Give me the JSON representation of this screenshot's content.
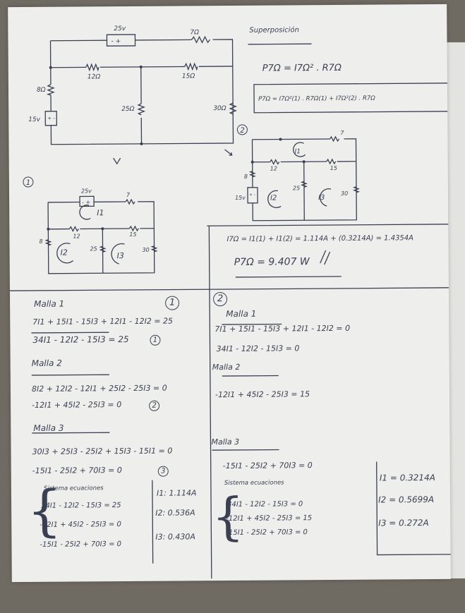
{
  "labels": {
    "superposicion": "Superposición",
    "circ_main": {
      "v25": "25v",
      "r7": "7Ω",
      "r8": "8Ω",
      "r12": "12Ω",
      "r15": "15Ω",
      "r25": "25Ω",
      "r30": "30Ω",
      "v15": "15v",
      "pol25": "- +",
      "pol15": "+ -"
    },
    "circ1": {
      "num": "1",
      "v25": "25v",
      "pol": "- +",
      "r7": "7",
      "r8": "8",
      "r12": "12",
      "r15": "15",
      "r25": "25",
      "r30": "30",
      "i1": "I1",
      "i2": "I2",
      "i3": "I3"
    },
    "circ2": {
      "num": "2",
      "r7": "7",
      "r8": "8",
      "r12": "12",
      "r15": "15",
      "r25": "25",
      "r30": "30",
      "v15": "15v",
      "pol": "+ -",
      "i1": "I1",
      "i2": "I2",
      "i3": "I3"
    }
  },
  "formulas": {
    "p7_a": "P7Ω = I7Ω² . R7Ω",
    "p7_b": "P7Ω = I7Ω²(1) . R7Ω(1) + I7Ω²(2) . R7Ω",
    "i7": "I7Ω = I1(1) + I1(2) = 1.114A + (0.3214A) = 1.4354A",
    "p7": "P7Ω = 9.407 W"
  },
  "left": {
    "circle_num": "1",
    "malla1_title": "Malla 1",
    "m1_eq1": "7I1 + 15I1 - 15I3 + 12I1 - 12I2 = 25",
    "m1_eq2": "34I1 - 12I2 - 15I3 = 25",
    "m1_tag": "1",
    "malla2_title": "Malla 2",
    "m2_eq1": "8I2 + 12I2 - 12I1 + 25I2 - 25I3 = 0",
    "m2_eq2": "-12I1 + 45I2 - 25I3 = 0",
    "m2_tag": "2",
    "malla3_title": "Malla 3",
    "m3_eq1": "30I3 + 25I3 - 25I2 + 15I3 - 15I1 = 0",
    "m3_eq2": "-15I1 - 25I2 + 70I3 = 0",
    "m3_tag": "3",
    "sys_title": "Sistema ecuaciones",
    "sys": [
      "34I1 - 12I2 - 15I3 = 25",
      "-12I1 + 45I2 - 25I3 = 0",
      "-15I1 - 25I2 + 70I3 = 0"
    ],
    "results": [
      "I1: 1.114A",
      "I2: 0.536A",
      "I3: 0.430A"
    ]
  },
  "right": {
    "circle_num": "2",
    "malla1_title": "Malla 1",
    "m1_eq1": "7I1 + 15I1 - 15I3 + 12I1 - 12I2 = 0",
    "m1_eq2": "34I1 - 12I2 - 15I3 = 0",
    "malla2_title": "Malla 2",
    "m2_eq1": "-12I1 + 45I2 - 25I3 = 15",
    "malla3_title": "Malla 3",
    "m3_eq1": "-15I1 - 25I2 + 70I3 = 0",
    "sys_title": "Sistema ecuaciones",
    "sys": [
      "34I1 - 12I2 - 15I3 = 0",
      "-12I1 + 45I2 - 25I3 = 15",
      "-15I1 - 25I2 + 70I3 = 0"
    ],
    "results": [
      "I1 = 0.3214A",
      "I2 = 0.5699A",
      "I3 = 0.272A"
    ]
  }
}
